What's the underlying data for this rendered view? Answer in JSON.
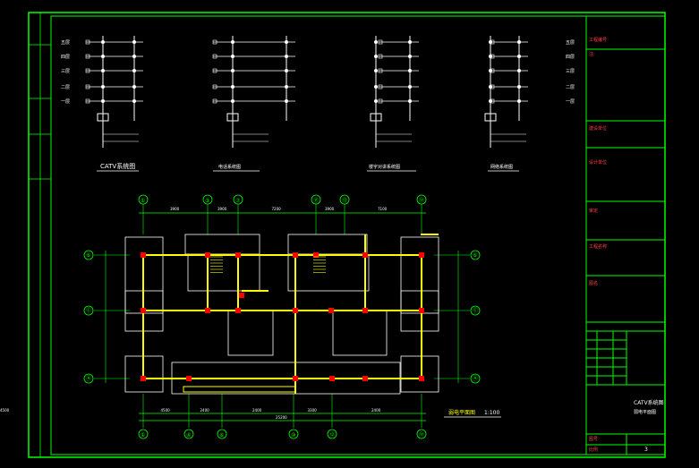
{
  "colors": {
    "background": "#000000",
    "frame": "#00ff00",
    "lines": "#ffffff",
    "beam": "#ffff00",
    "column": "#ff0000",
    "title_text": "#ff4040",
    "axis_bubble": "#00ff00",
    "dimension": "#00ff00",
    "text_yellow": "#ffff00"
  },
  "riser_diagrams": {
    "catv_title": "CATV系统图",
    "phone_title": "电话系统图",
    "intercom_title": "楼宇对讲系统图",
    "broadband_title": "网络系统图"
  },
  "floor_labels": [
    "五层",
    "四层",
    "三层",
    "二层",
    "一层"
  ],
  "plan": {
    "top_axes": [
      "①",
      "③",
      "⑦",
      "⑪",
      "⑬",
      "⑰"
    ],
    "bottom_axes": [
      "①",
      "④",
      "⑥",
      "⑩",
      "⑫",
      "⑰"
    ],
    "left_axes": [
      "⑥",
      "Ⓒ",
      "Ⓐ"
    ],
    "right_axes": [
      "⑥",
      "Ⓒ",
      "Ⓐ"
    ],
    "top_dims": [
      "3900",
      "3900",
      "7200",
      "3900",
      "7100"
    ],
    "bottom_dims": [
      "4500",
      "2400",
      "2400",
      "3300",
      "2400",
      "4500"
    ],
    "total_dim": "25200",
    "plan_title": "弱电平面图",
    "scale": "1:100"
  },
  "title_block": {
    "project_no": "工程编号",
    "notes_label": "注:",
    "client_label": "建设单位",
    "designer_label": "设计单位",
    "approver_label": "审定",
    "project_name_label": "工程名称",
    "drawing_name_label": "图名",
    "drawing_title": "CATV系统图",
    "drawing_title2": "弱电平面图",
    "sheet_label": "图号",
    "sheet_no": "3",
    "scale_label": "比例"
  }
}
